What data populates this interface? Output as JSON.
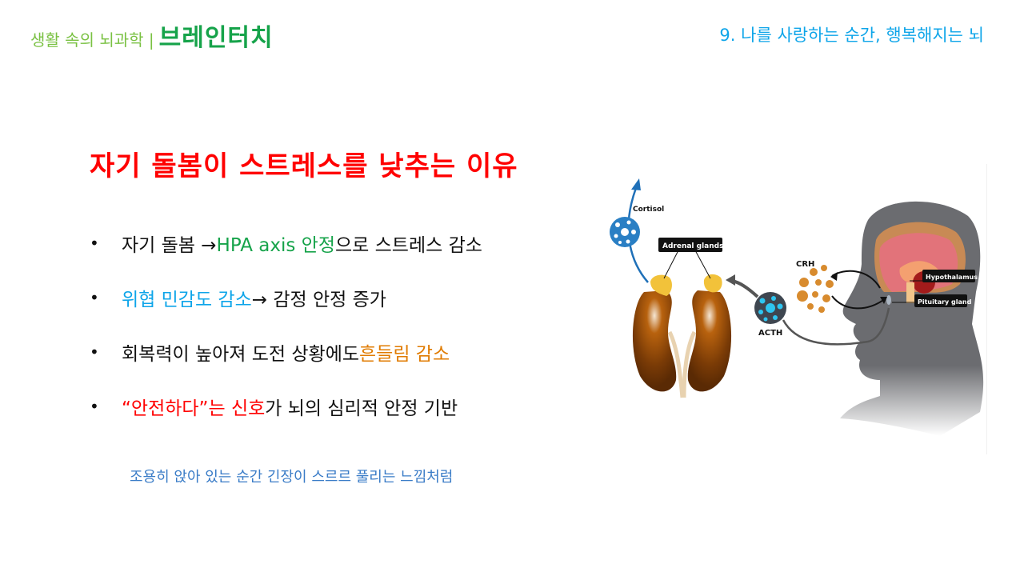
{
  "header": {
    "series_label": "생활 속의 뇌과학 |",
    "brand": "브레인터치",
    "chapter": "9. 나를 사랑하는 순간, 행복해지는 뇌"
  },
  "slide": {
    "title": "자기 돌봄이 스트레스를 낮추는 이유",
    "bullet_symbol": "•",
    "bullets": [
      {
        "parts": [
          "자기 돌봄 → ",
          "HPA axis 안정",
          "으로 스트레스 감소"
        ]
      },
      {
        "parts": [
          "위협 민감도 감소",
          " → 감정 안정 증가"
        ]
      },
      {
        "parts": [
          "회복력이 높아져 도전 상황에도 ",
          "흔들림 감소"
        ]
      },
      {
        "parts": [
          "“안전하다”는 신호",
          "가 뇌의 심리적 안정 기반"
        ]
      }
    ],
    "caption": "조용히 앉아 있는 순간 긴장이 스르르 풀리는 느낌처럼"
  },
  "figure": {
    "labels": {
      "cortisol": "Cortisol",
      "adrenal": "Adrenal glands",
      "crh": "CRH",
      "acth": "ACTH",
      "hypothalamus": "Hypothalamus",
      "pituitary": "Pituitary gland"
    }
  },
  "colors": {
    "series_green": "#7ac143",
    "brand_green": "#16a34a",
    "chapter_blue": "#0ea5e9",
    "title_red": "#ff0000",
    "accent_orange": "#e07b00",
    "caption_blue": "#3a7cc7"
  }
}
